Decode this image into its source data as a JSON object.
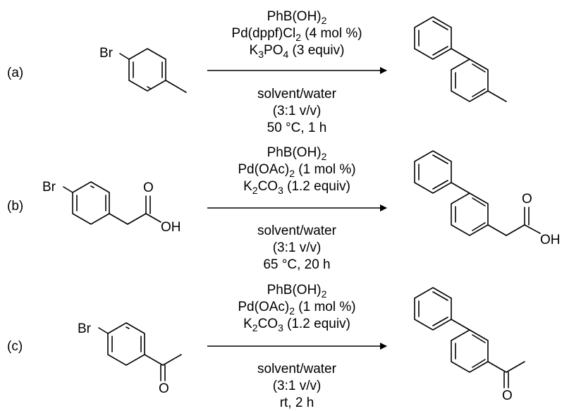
{
  "reactions": [
    {
      "label": "(a)",
      "reactant": {
        "atoms": {
          "halogen": "Br"
        }
      },
      "conditions_above": [
        {
          "main": "PhB(OH)",
          "sub": "2",
          "rest": ""
        },
        {
          "main": "Pd(dppf)Cl",
          "sub": "2",
          "rest": " (4 mol %)"
        },
        {
          "main": "K",
          "sub": "3",
          "rest": "PO",
          "sub2": "4",
          "rest2": " (3 equiv)"
        }
      ],
      "conditions_below": [
        {
          "text": "solvent/water"
        },
        {
          "text": "(3:1 v/v)"
        },
        {
          "text": "50 °C, 1 h"
        }
      ],
      "product": {
        "atoms": {}
      }
    },
    {
      "label": "(b)",
      "reactant": {
        "atoms": {
          "halogen": "Br",
          "carbonyl_o": "O",
          "hydroxyl": "OH"
        }
      },
      "conditions_above": [
        {
          "main": "PhB(OH)",
          "sub": "2",
          "rest": ""
        },
        {
          "main": "Pd(OAc)",
          "sub": "2",
          "rest": " (1 mol %)"
        },
        {
          "main": "K",
          "sub": "2",
          "rest": "CO",
          "sub2": "3",
          "rest2": " (1.2 equiv)"
        }
      ],
      "conditions_below": [
        {
          "text": "solvent/water"
        },
        {
          "text": "(3:1 v/v)"
        },
        {
          "text": "65 °C, 20 h"
        }
      ],
      "product": {
        "atoms": {
          "carbonyl_o": "O",
          "hydroxyl": "OH"
        }
      }
    },
    {
      "label": "(c)",
      "reactant": {
        "atoms": {
          "halogen": "Br",
          "carbonyl_o": "O"
        }
      },
      "conditions_above": [
        {
          "main": "PhB(OH)",
          "sub": "2",
          "rest": ""
        },
        {
          "main": "Pd(OAc)",
          "sub": "2",
          "rest": " (1 mol %)"
        },
        {
          "main": "K",
          "sub": "2",
          "rest": "CO",
          "sub2": "3",
          "rest2": " (1.2 equiv)"
        }
      ],
      "conditions_below": [
        {
          "text": "solvent/water"
        },
        {
          "text": "(3:1 v/v)"
        },
        {
          "text": "rt, 2 h"
        }
      ],
      "product": {
        "atoms": {
          "carbonyl_o": "O"
        }
      }
    }
  ]
}
